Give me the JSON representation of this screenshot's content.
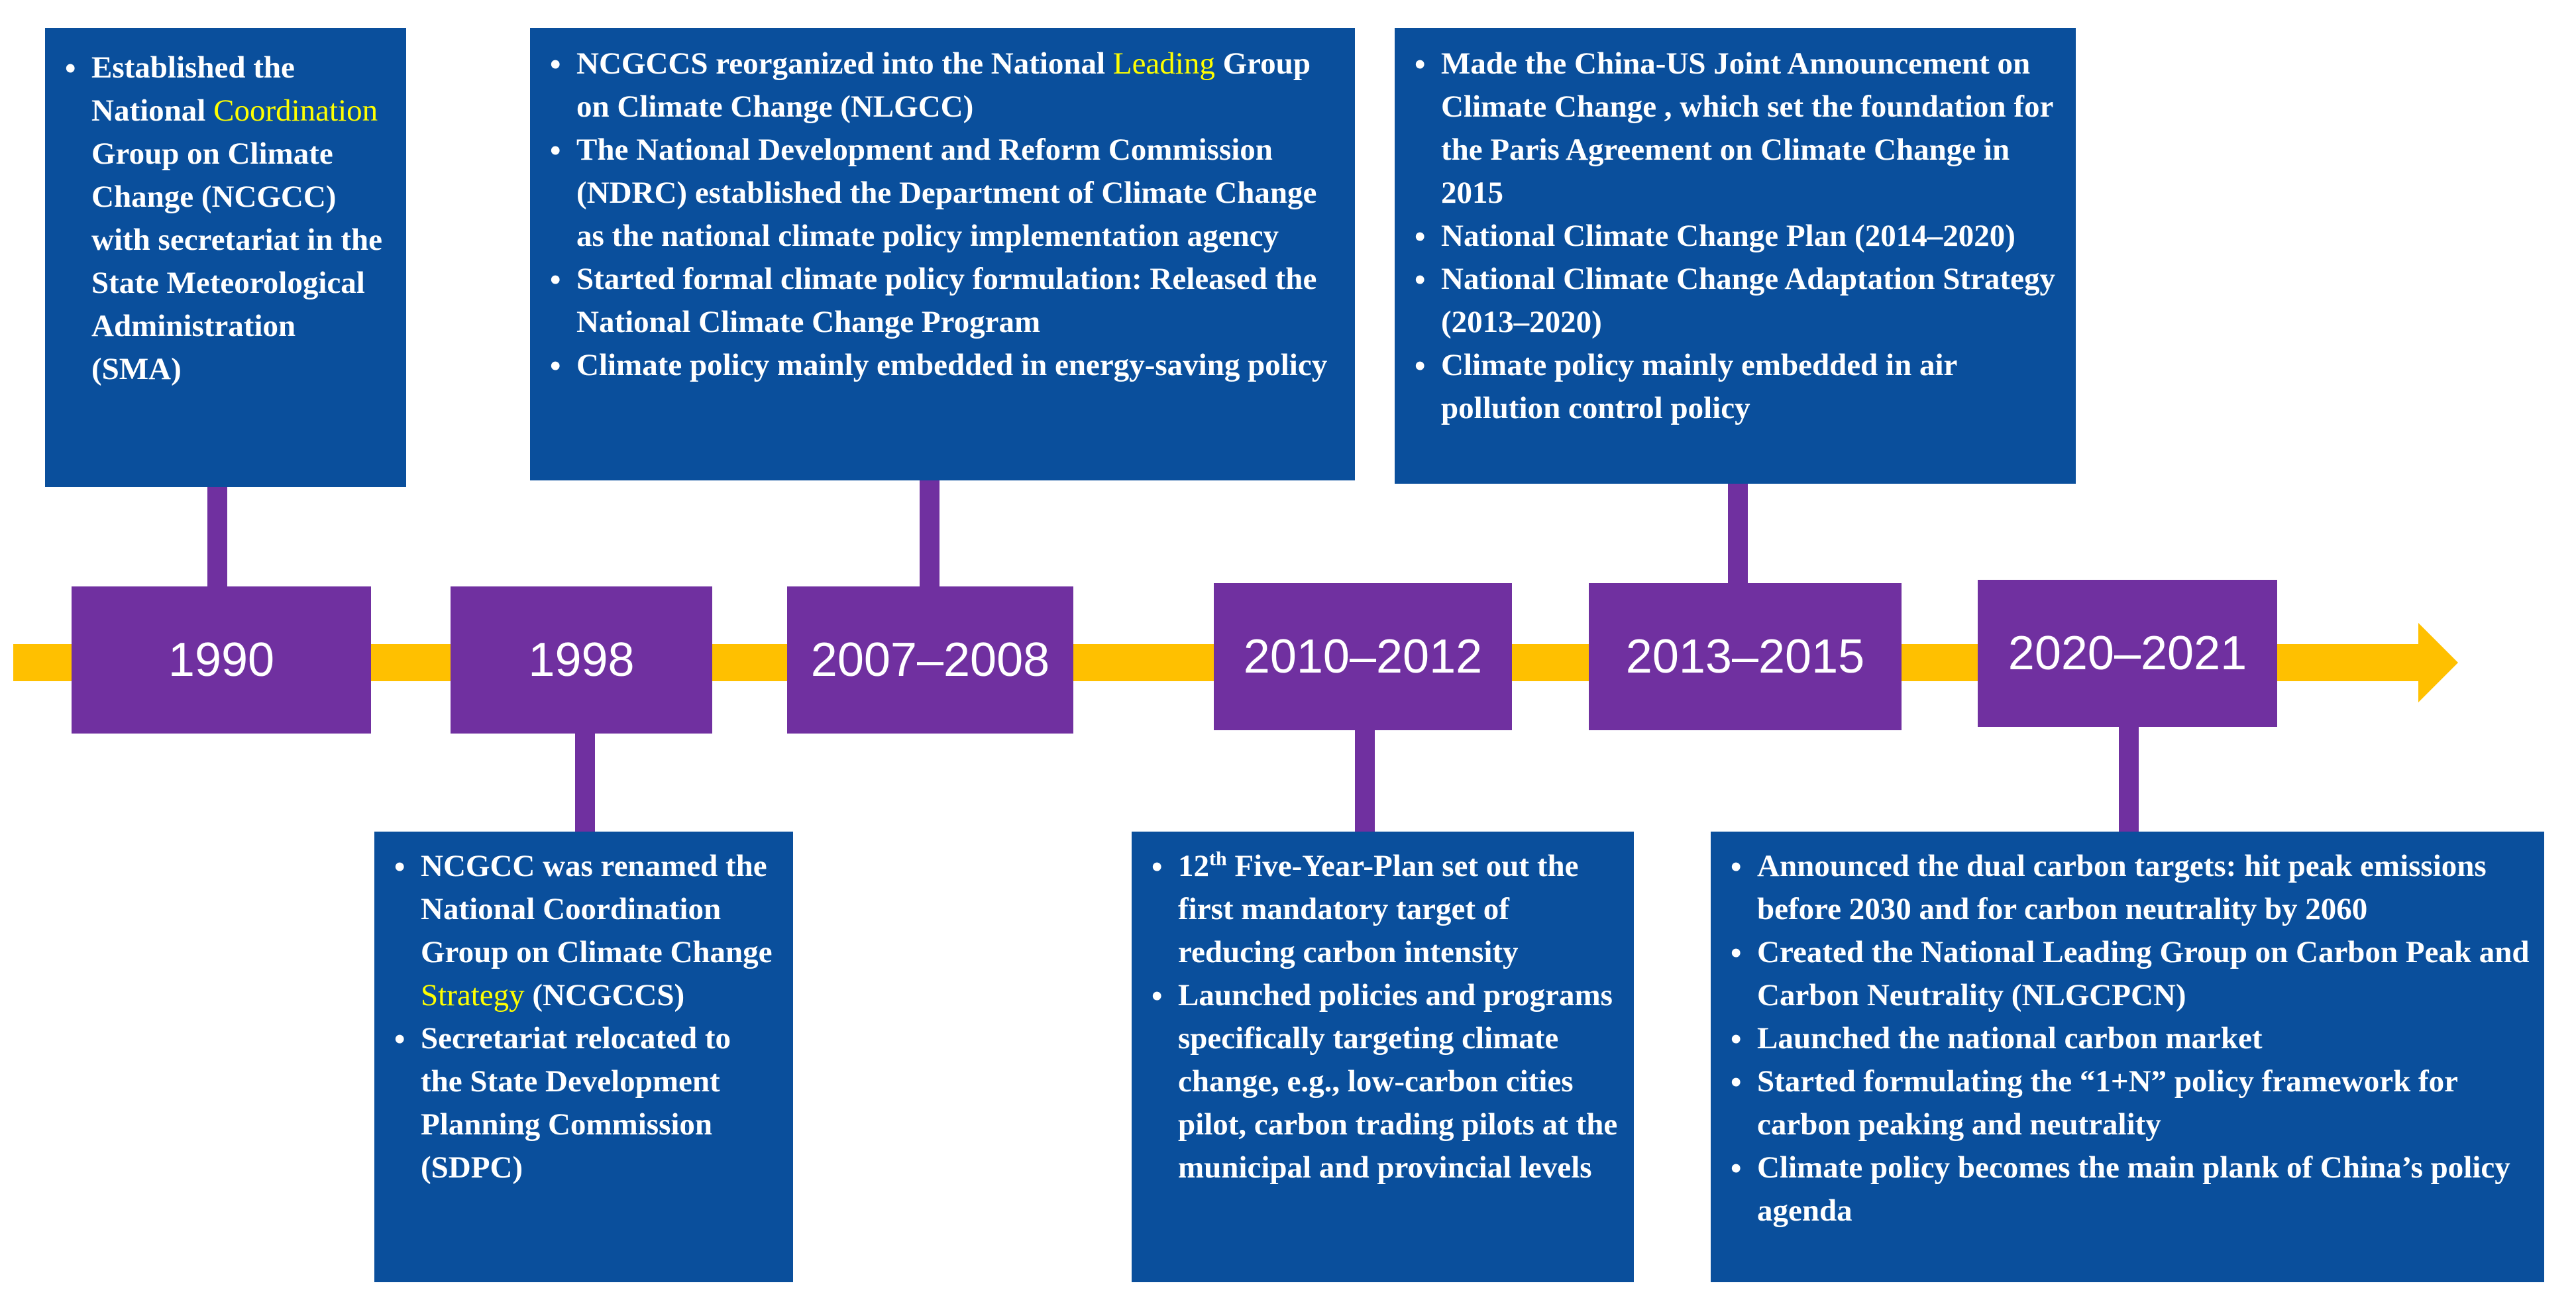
{
  "colors": {
    "arrow": "#ffc000",
    "year_box": "#7030a0",
    "text_box": "#0a4f9c",
    "highlight": "#ffff00"
  },
  "years": [
    "1990",
    "1998",
    "2007–2008",
    "2010–2012",
    "2013–2015",
    "2020–2021"
  ],
  "box1990": {
    "item1": {
      "a": "Established the National ",
      "hl": "Coordination",
      "b": " Group on Climate Change (NCGCC) with secretariat in the State Meteorological Administration (SMA)"
    }
  },
  "box1998": {
    "item1": {
      "a": "NCGCC was renamed the National Coordination Group on Climate Change ",
      "hl": "Strategy",
      "b": " (NCGCCS)"
    },
    "item2": "Secretariat relocated to the State Development Planning Commission (SDPC)"
  },
  "box2007": {
    "item1": {
      "a": "NCGCCS reorganized into the National ",
      "hl": "Leading",
      "b": " Group on Climate Change (NLGCC)"
    },
    "item2": "The National Development and Reform Commission (NDRC) established the Department of Climate Change as the national climate policy implementation agency",
    "item3": "Started formal climate policy formulation: Released the National Climate Change Program",
    "item4": "Climate policy mainly embedded in energy-saving policy"
  },
  "box2010": {
    "item1": {
      "num": "12",
      "sup": "th",
      "b": " Five-Year-Plan set out the first mandatory target of reducing carbon intensity"
    },
    "item2": "Launched policies and programs specifically targeting climate change, e.g., low-carbon cities pilot, carbon trading pilots at the municipal and provincial levels"
  },
  "box2013": {
    "item1": "Made the China-US Joint Announcement on Climate Change , which set the foundation for the Paris Agreement on Climate Change in 2015",
    "item2": "National Climate Change Plan (2014–2020)",
    "item3": "National Climate Change Adaptation Strategy (2013–2020)",
    "item4": "Climate policy mainly embedded in air pollution control policy"
  },
  "box2020": {
    "item1": "Announced the dual carbon targets: hit peak emissions before 2030 and for carbon neutrality by 2060",
    "item2": "Created the National Leading Group on Carbon Peak and Carbon Neutrality (NLGCPCN)",
    "item3": "Launched the national carbon market",
    "item4": "Started formulating the “1+N” policy framework for carbon peaking and neutrality",
    "item5": "Climate policy becomes the main plank of China’s policy agenda"
  }
}
